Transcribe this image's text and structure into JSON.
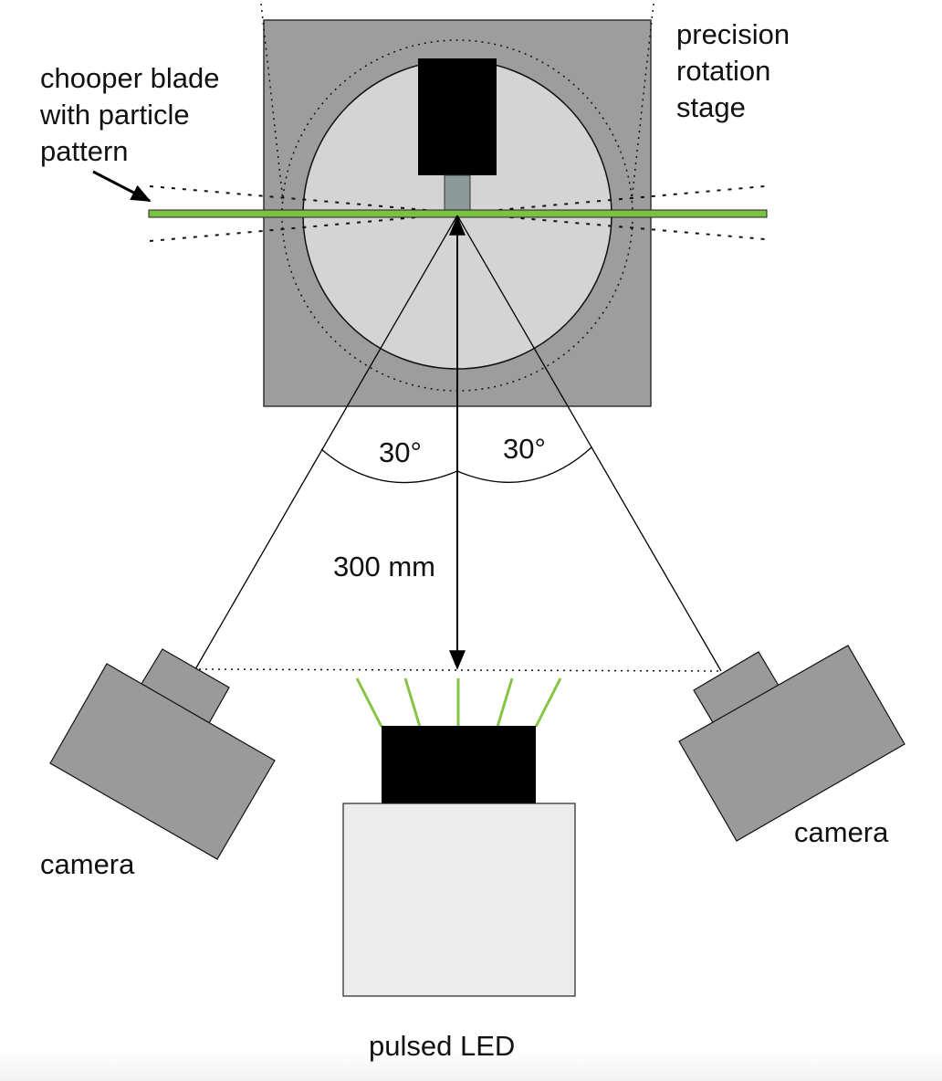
{
  "labels": {
    "chopper_line1": "chooper blade",
    "chopper_line2": "with particle",
    "chopper_line3": "pattern",
    "stage_line1": "precision",
    "stage_line2": "rotation",
    "stage_line3": "stage",
    "angle_left": "30°",
    "angle_right": "30°",
    "distance": "300 mm",
    "camera_left": "camera",
    "camera_right": "camera",
    "led": "pulsed LED"
  },
  "colors": {
    "stage_gray": "#9d9d9d",
    "disc_gray": "#d4d4d4",
    "blade_green": "#7cc242",
    "camera_gray": "#9a9a9a",
    "led_body": "#ececec",
    "black": "#000000"
  }
}
